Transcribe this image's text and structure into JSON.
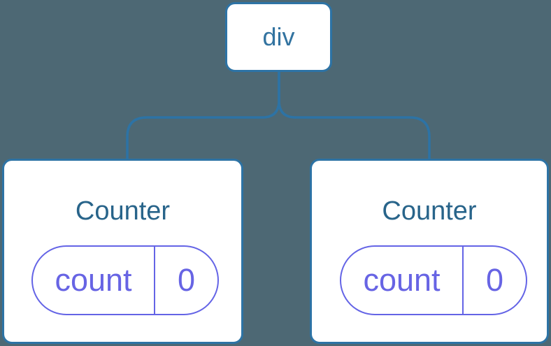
{
  "diagram": {
    "description": "Component tree diagram: a div root element with two Counter component children, each holding one piece of state",
    "colors": {
      "background": "#4D6874",
      "node_border": "#2D73A5",
      "connector_line": "#2D73A5",
      "root_label_text": "#3273A0",
      "component_title_text": "#28648A",
      "state_pill": "#6464E6",
      "node_fill": "#FFFFFF"
    },
    "tree": {
      "root": {
        "label": "div"
      },
      "children": [
        {
          "title": "Counter",
          "state": {
            "key": "count",
            "value": "0"
          }
        },
        {
          "title": "Counter",
          "state": {
            "key": "count",
            "value": "0"
          }
        }
      ]
    }
  }
}
